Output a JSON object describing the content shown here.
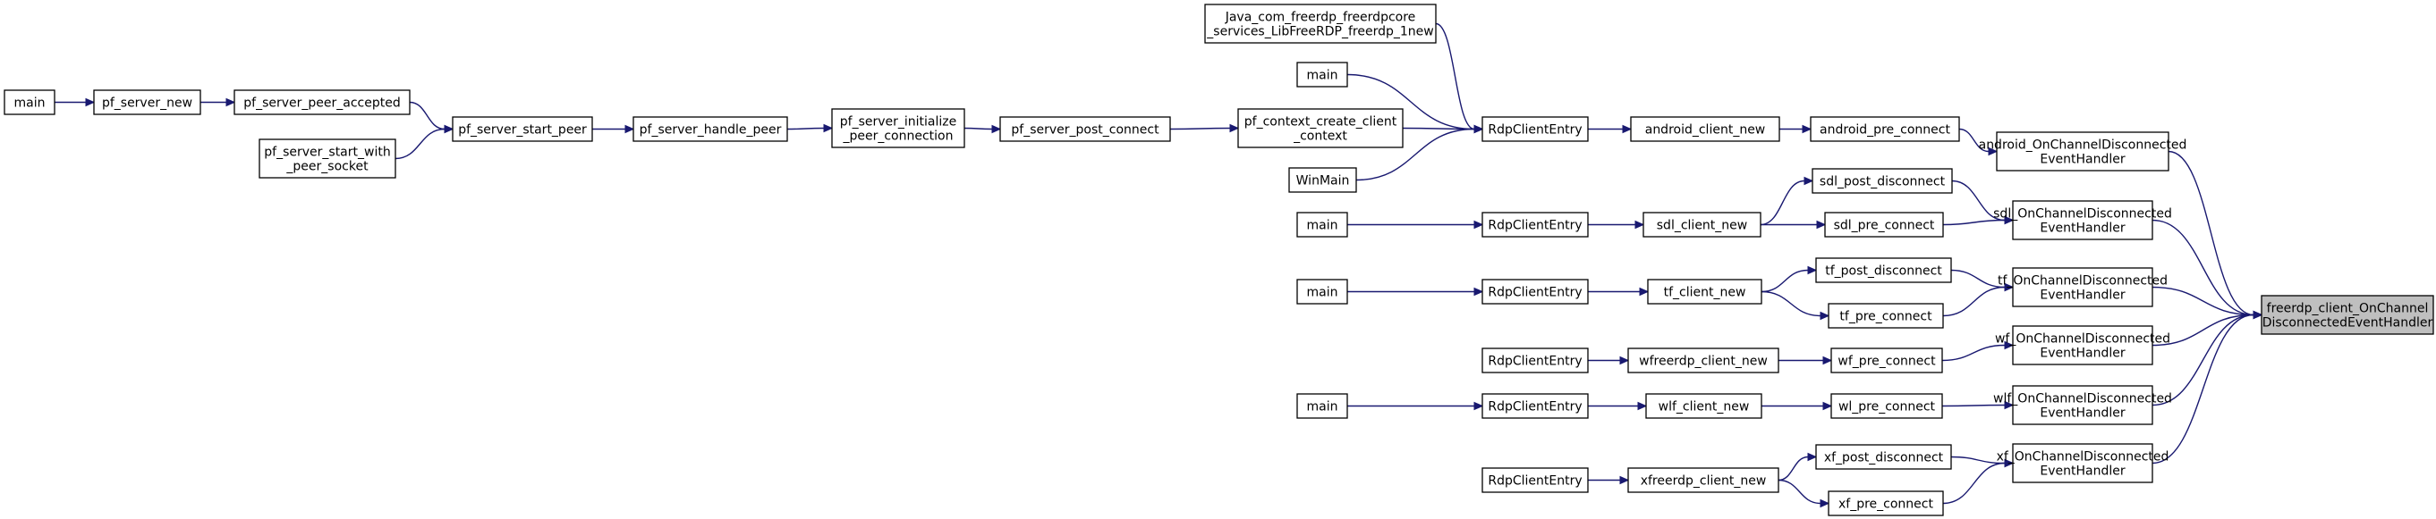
{
  "nodes": [
    {
      "id": "root",
      "lines": [
        "freerdp_client_OnChannel",
        "DisconnectedEventHandler"
      ],
      "root": true
    },
    {
      "id": "android_cb",
      "lines": [
        "android_OnChannelDisconnected",
        "EventHandler"
      ]
    },
    {
      "id": "sdl_cb",
      "lines": [
        "sdl_OnChannelDisconnected",
        "EventHandler"
      ]
    },
    {
      "id": "tf_cb",
      "lines": [
        "tf_OnChannelDisconnected",
        "EventHandler"
      ]
    },
    {
      "id": "wf_cb",
      "lines": [
        "wf_OnChannelDisconnected",
        "EventHandler"
      ]
    },
    {
      "id": "wlf_cb",
      "lines": [
        "wlf_OnChannelDisconnected",
        "EventHandler"
      ]
    },
    {
      "id": "xf_cb",
      "lines": [
        "xf_OnChannelDisconnected",
        "EventHandler"
      ]
    },
    {
      "id": "android_pre",
      "lines": [
        "android_pre_connect"
      ]
    },
    {
      "id": "android_new",
      "lines": [
        "android_client_new"
      ]
    },
    {
      "id": "rdp_android",
      "lines": [
        "RdpClientEntry"
      ]
    },
    {
      "id": "java",
      "lines": [
        "Java_com_freerdp_freerdpcore",
        "_services_LibFreeRDP_freerdp_1new"
      ]
    },
    {
      "id": "main_android",
      "lines": [
        "main"
      ]
    },
    {
      "id": "pf_ctx",
      "lines": [
        "pf_context_create_client",
        "_context"
      ]
    },
    {
      "id": "winmain",
      "lines": [
        "WinMain"
      ]
    },
    {
      "id": "pf_post",
      "lines": [
        "pf_server_post_connect"
      ]
    },
    {
      "id": "pf_init",
      "lines": [
        "pf_server_initialize",
        "_peer_connection"
      ]
    },
    {
      "id": "pf_handle",
      "lines": [
        "pf_server_handle_peer"
      ]
    },
    {
      "id": "pf_start",
      "lines": [
        "pf_server_start_peer"
      ]
    },
    {
      "id": "pf_accepted",
      "lines": [
        "pf_server_peer_accepted"
      ]
    },
    {
      "id": "pf_start_sock",
      "lines": [
        "pf_server_start_with",
        "_peer_socket"
      ]
    },
    {
      "id": "pf_new",
      "lines": [
        "pf_server_new"
      ]
    },
    {
      "id": "main_pf",
      "lines": [
        "main"
      ]
    },
    {
      "id": "sdl_post",
      "lines": [
        "sdl_post_disconnect"
      ]
    },
    {
      "id": "sdl_pre",
      "lines": [
        "sdl_pre_connect"
      ]
    },
    {
      "id": "sdl_new",
      "lines": [
        "sdl_client_new"
      ]
    },
    {
      "id": "rdp_sdl",
      "lines": [
        "RdpClientEntry"
      ]
    },
    {
      "id": "main_sdl",
      "lines": [
        "main"
      ]
    },
    {
      "id": "tf_post",
      "lines": [
        "tf_post_disconnect"
      ]
    },
    {
      "id": "tf_pre",
      "lines": [
        "tf_pre_connect"
      ]
    },
    {
      "id": "tf_new",
      "lines": [
        "tf_client_new"
      ]
    },
    {
      "id": "rdp_tf",
      "lines": [
        "RdpClientEntry"
      ]
    },
    {
      "id": "main_tf",
      "lines": [
        "main"
      ]
    },
    {
      "id": "wf_pre",
      "lines": [
        "wf_pre_connect"
      ]
    },
    {
      "id": "wf_new",
      "lines": [
        "wfreerdp_client_new"
      ]
    },
    {
      "id": "rdp_wf",
      "lines": [
        "RdpClientEntry"
      ]
    },
    {
      "id": "wl_pre",
      "lines": [
        "wl_pre_connect"
      ]
    },
    {
      "id": "wlf_new",
      "lines": [
        "wlf_client_new"
      ]
    },
    {
      "id": "rdp_wlf",
      "lines": [
        "RdpClientEntry"
      ]
    },
    {
      "id": "main_wlf",
      "lines": [
        "main"
      ]
    },
    {
      "id": "xf_post",
      "lines": [
        "xf_post_disconnect"
      ]
    },
    {
      "id": "xf_pre",
      "lines": [
        "xf_pre_connect"
      ]
    },
    {
      "id": "xf_new",
      "lines": [
        "xfreerdp_client_new"
      ]
    },
    {
      "id": "rdp_xf",
      "lines": [
        "RdpClientEntry"
      ]
    }
  ],
  "edges": [
    [
      "android_cb",
      "root"
    ],
    [
      "sdl_cb",
      "root"
    ],
    [
      "tf_cb",
      "root"
    ],
    [
      "wf_cb",
      "root"
    ],
    [
      "wlf_cb",
      "root"
    ],
    [
      "xf_cb",
      "root"
    ],
    [
      "android_pre",
      "android_cb"
    ],
    [
      "android_new",
      "android_pre"
    ],
    [
      "rdp_android",
      "android_new"
    ],
    [
      "java",
      "rdp_android"
    ],
    [
      "main_android",
      "rdp_android"
    ],
    [
      "pf_ctx",
      "rdp_android"
    ],
    [
      "winmain",
      "rdp_android"
    ],
    [
      "pf_post",
      "pf_ctx"
    ],
    [
      "pf_init",
      "pf_post"
    ],
    [
      "pf_handle",
      "pf_init"
    ],
    [
      "pf_start",
      "pf_handle"
    ],
    [
      "pf_accepted",
      "pf_start"
    ],
    [
      "pf_start_sock",
      "pf_start"
    ],
    [
      "pf_new",
      "pf_accepted"
    ],
    [
      "main_pf",
      "pf_new"
    ],
    [
      "sdl_post",
      "sdl_cb"
    ],
    [
      "sdl_pre",
      "sdl_cb"
    ],
    [
      "sdl_new",
      "sdl_post"
    ],
    [
      "sdl_new",
      "sdl_pre"
    ],
    [
      "rdp_sdl",
      "sdl_new"
    ],
    [
      "main_sdl",
      "rdp_sdl"
    ],
    [
      "tf_post",
      "tf_cb"
    ],
    [
      "tf_pre",
      "tf_cb"
    ],
    [
      "tf_new",
      "tf_post"
    ],
    [
      "tf_new",
      "tf_pre"
    ],
    [
      "rdp_tf",
      "tf_new"
    ],
    [
      "main_tf",
      "rdp_tf"
    ],
    [
      "wf_pre",
      "wf_cb"
    ],
    [
      "wf_new",
      "wf_pre"
    ],
    [
      "rdp_wf",
      "wf_new"
    ],
    [
      "wl_pre",
      "wlf_cb"
    ],
    [
      "wlf_new",
      "wl_pre"
    ],
    [
      "rdp_wlf",
      "wlf_new"
    ],
    [
      "main_wlf",
      "rdp_wlf"
    ],
    [
      "xf_post",
      "xf_cb"
    ],
    [
      "xf_pre",
      "xf_cb"
    ],
    [
      "xf_new",
      "xf_post"
    ],
    [
      "xf_new",
      "xf_pre"
    ],
    [
      "rdp_xf",
      "xf_new"
    ]
  ]
}
